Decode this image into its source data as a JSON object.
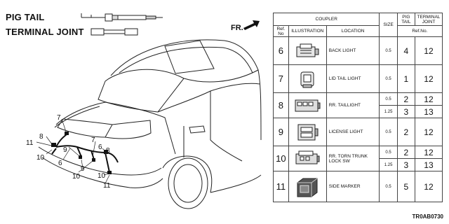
{
  "legend": {
    "pig_tail": "PIG TAIL",
    "terminal_joint": "TERMINAL JOINT"
  },
  "direction_label": "FR.",
  "footer_code": "TR0AB0730",
  "callouts": {
    "c7a": "7",
    "c8a": "8",
    "c11a": "11",
    "c10a": "10",
    "c6a": "6",
    "c9a": "9",
    "c9b": "9",
    "c10b": "10",
    "c7b": "7",
    "c6b": "6",
    "c8b": "8",
    "c10c": "10",
    "c11b": "11"
  },
  "table": {
    "headers": {
      "coupler": "COUPLER",
      "ref_no": "Ref. No",
      "illustration": "ILLUSTRATION",
      "location": "LOCATION",
      "size": "SIZE",
      "pig_tail": "PIG TAIL",
      "terminal_joint": "TERMINAL JOINT",
      "ref_no_sub": "Ref.No."
    },
    "rows": [
      {
        "ref": "6",
        "location": "BACK LIGHT",
        "size": "0.5",
        "pig": "4",
        "joint": "12"
      },
      {
        "ref": "7",
        "location": "LID TAIL LIGHT",
        "size": "0.5",
        "pig": "1",
        "joint": "12"
      },
      {
        "ref": "8",
        "location": "RR. TAILLIGHT",
        "size_a": "0.5",
        "pig_a": "2",
        "joint_a": "12",
        "size_b": "1.25",
        "pig_b": "3",
        "joint_b": "13"
      },
      {
        "ref": "9",
        "location": "LICENSE LIGHT",
        "size": "0.5",
        "pig": "2",
        "joint": "12"
      },
      {
        "ref": "10",
        "location": "RR. TORN TRUNK LOCK SW",
        "size_a": "0.5",
        "pig_a": "2",
        "joint_a": "12",
        "size_b": "1.25",
        "pig_b": "3",
        "joint_b": "13"
      },
      {
        "ref": "11",
        "location": "SIDE MARKER",
        "size": "0.5",
        "pig": "5",
        "joint": "12"
      }
    ]
  }
}
